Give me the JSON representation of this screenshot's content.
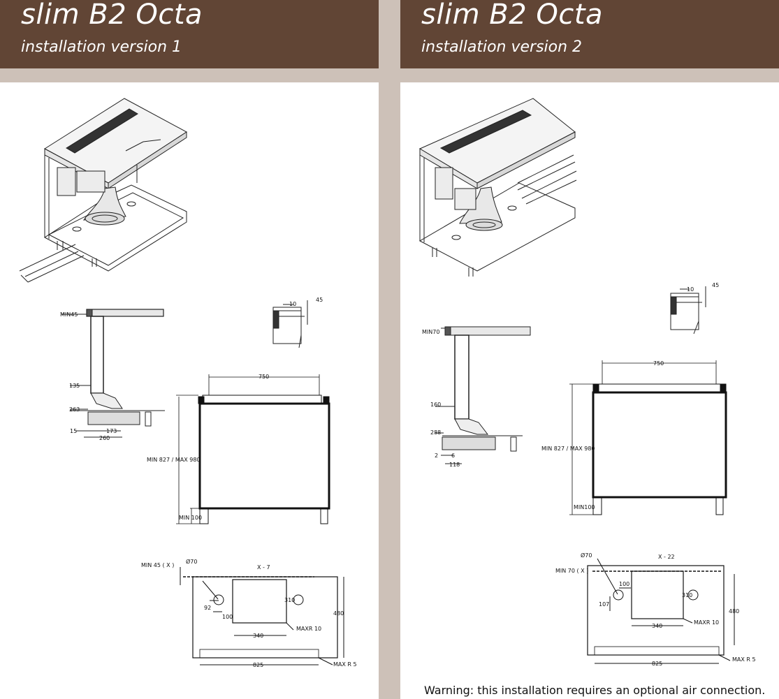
{
  "left": {
    "title": "slim B2 Octa",
    "subtitle": "installation version 1",
    "side": {
      "min_top": "MIN45",
      "d135": "135",
      "d263": "263",
      "d15": "15",
      "d173": "173",
      "d260": "260"
    },
    "detail": {
      "d10": "10",
      "d45": "45"
    },
    "front": {
      "width": "750",
      "height": "MIN 827 / MAX 980",
      "min": "MIN 100"
    },
    "plan": {
      "min": "MIN  45 ( X )",
      "dia": "Ø70",
      "x": "X - 7",
      "d310": "310",
      "d92": "92",
      "d100": "100",
      "d480": "480",
      "d340": "340",
      "maxr10": "MAXR 10",
      "d825": "825",
      "maxr5": "MAX R 5"
    }
  },
  "right": {
    "title": "slim B2 Octa",
    "subtitle": "installation version 2",
    "side": {
      "min_top": "MIN70",
      "d160": "160",
      "d288": "288",
      "d2": "2",
      "d6": "6",
      "d118": "118"
    },
    "detail": {
      "d10": "10",
      "d45": "45"
    },
    "front": {
      "width": "750",
      "height": "MIN 827 / MAX 980",
      "min": "MIN100"
    },
    "plan": {
      "dia": "Ø70",
      "x": "X - 22",
      "min": "MIN  70 ( X )",
      "d100": "100",
      "d107": "107",
      "d310": "310",
      "d480": "480",
      "d340": "340",
      "maxr10": "MAXR 10",
      "d825": "825",
      "maxr5": "MAX R 5"
    },
    "warning": "Warning: this installation requires an optional air connection."
  }
}
